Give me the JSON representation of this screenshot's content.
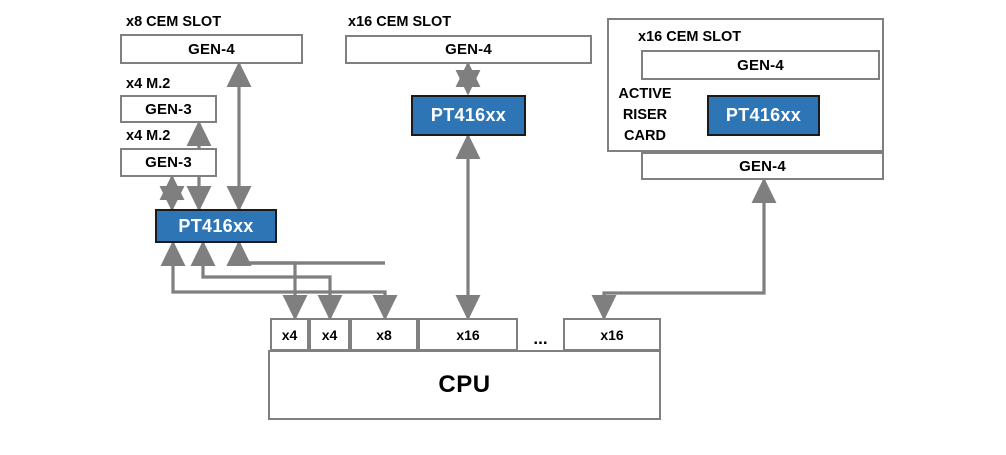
{
  "diagram": {
    "title": "PCIe switch fan-out block diagram",
    "colors": {
      "switch_fill": "#2E75B6",
      "switch_border": "#1a1a1a",
      "box_border": "#808080",
      "wire": "#7f7f7f",
      "background": "#ffffff",
      "text": "#000000"
    },
    "captions": {
      "x8_cem_slot": "x8 CEM SLOT",
      "x4_m2_upper": "x4 M.2",
      "x4_m2_lower": "x4 M.2",
      "x16_cem_slot_middle": "x16 CEM SLOT",
      "x16_cem_slot_riser": "x16 CEM SLOT",
      "active_riser_card_line1": "ACTIVE",
      "active_riser_card_line2": "RISER",
      "active_riser_card_line3": "CARD"
    },
    "nodes": {
      "gen4_x8_slot": "GEN-4",
      "gen3_m2_upper": "GEN-3",
      "gen3_m2_lower": "GEN-3",
      "switch_left": "PT416xx",
      "gen4_middle_slot": "GEN-4",
      "switch_middle": "PT416xx",
      "gen4_riser_top": "GEN-4",
      "switch_riser": "PT416xx",
      "gen4_riser_bottom": "GEN-4",
      "cpu": "CPU"
    },
    "cpu_ports": [
      {
        "label": "x4"
      },
      {
        "label": "x4"
      },
      {
        "label": "x8"
      },
      {
        "label": "x16"
      },
      {
        "label": "..."
      },
      {
        "label": "x16"
      }
    ]
  }
}
